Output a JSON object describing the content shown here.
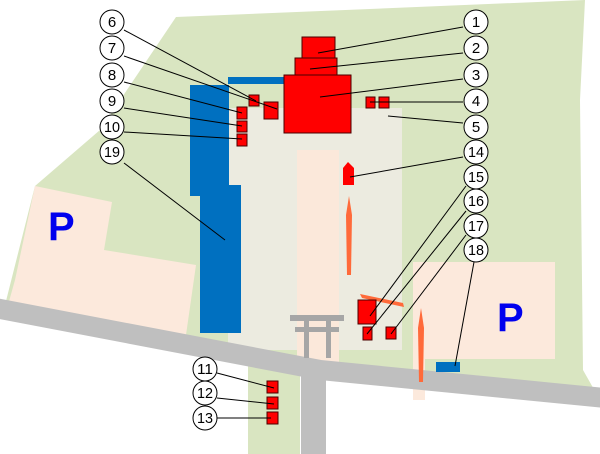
{
  "map": {
    "parking_label": "P",
    "markers": [
      "1",
      "2",
      "3",
      "4",
      "5",
      "6",
      "7",
      "8",
      "9",
      "10",
      "11",
      "12",
      "13",
      "14",
      "15",
      "16",
      "17",
      "18",
      "19"
    ]
  },
  "colors": {
    "grass": "#d9e5c1",
    "parking": "#fce9dc",
    "precinct": "#ecebe0",
    "approach": "#fbe8da",
    "water": "#0070c0",
    "building": "#ff0000",
    "road": "#bfbfbf",
    "torii": "#a6a6a6",
    "arrow": "#ff6a3a",
    "parking_text": "#0000ee"
  }
}
